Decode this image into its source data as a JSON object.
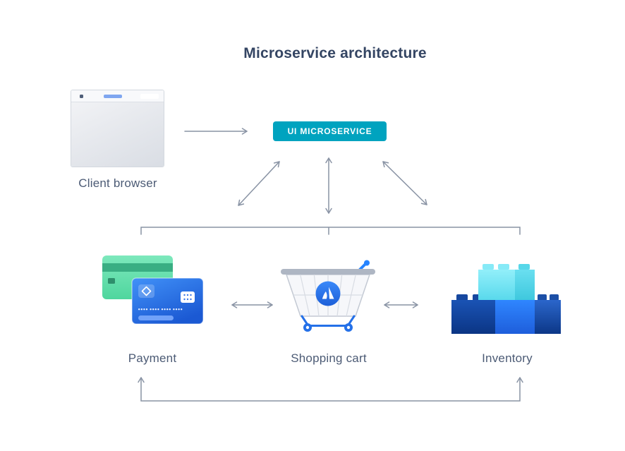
{
  "title": "Microservice architecture",
  "badge": {
    "label": "UI MICROSERVICE"
  },
  "nodes": {
    "client_browser": {
      "label": "Client browser"
    },
    "payment": {
      "label": "Payment"
    },
    "shopping_cart": {
      "label": "Shopping cart"
    },
    "inventory": {
      "label": "Inventory"
    }
  },
  "connections": [
    {
      "from": "client_browser",
      "to": "ui_microservice",
      "direction": "one-way"
    },
    {
      "from": "ui_microservice",
      "to": "payment",
      "direction": "two-way"
    },
    {
      "from": "ui_microservice",
      "to": "shopping_cart",
      "direction": "two-way"
    },
    {
      "from": "ui_microservice",
      "to": "inventory",
      "direction": "two-way"
    },
    {
      "from": "payment",
      "to": "shopping_cart",
      "direction": "two-way"
    },
    {
      "from": "shopping_cart",
      "to": "inventory",
      "direction": "two-way"
    },
    {
      "from": "payment",
      "to": "inventory",
      "direction": "two-way"
    }
  ],
  "colors": {
    "title_text": "#344563",
    "node_label_text": "#4C5B75",
    "connector": "#8993A4",
    "badge_background": "#00A3BF",
    "badge_text": "#FFFFFF",
    "payment_card_green": "#57D9A3",
    "payment_card_blue": "#2684FF",
    "cart_blue": "#2684FF",
    "inventory_brick_navy": "#0747A6",
    "inventory_brick_blue": "#2684FF",
    "inventory_brick_cyan": "#79E2F2"
  }
}
